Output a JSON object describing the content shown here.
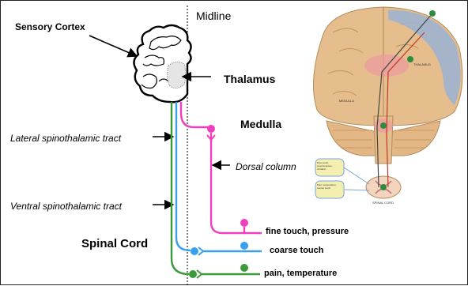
{
  "labels": {
    "midline": "Midline",
    "sensory_cortex": "Sensory Cortex",
    "thalamus": "Thalamus",
    "medulla": "Medulla",
    "lateral_tract": "Lateral spinothalamic tract",
    "dorsal_column": "Dorsal column",
    "ventral_tract": "Ventral spinothalamic tract",
    "spinal_cord": "Spinal Cord",
    "fine_touch": "fine touch, pressure",
    "coarse_touch": "coarse touch",
    "pain_temp": "pain, temperature"
  },
  "inset": {
    "thalamus": "THALAMUS",
    "medulla": "MEDULLA",
    "spinal_cord": "SPINAL CORD",
    "box1": "Fine touch, proprioception, vibration",
    "box2": "Pain, temperature, coarse touch"
  },
  "colors": {
    "pathway_magenta": "#ee3fbf",
    "pathway_blue": "#3aa0ee",
    "pathway_green": "#3c9a3c",
    "brain_tan": "#e6bd8c",
    "cortex_blue": "#9fb3cf"
  }
}
